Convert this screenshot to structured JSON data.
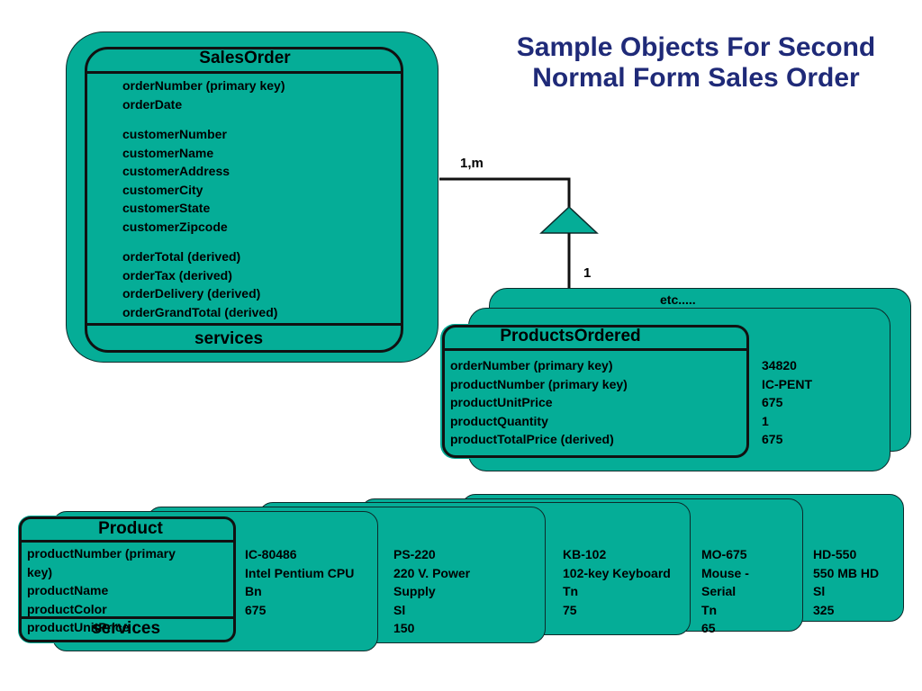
{
  "title": {
    "line1": "Sample Objects For Second",
    "line2": "Normal Form Sales Order"
  },
  "sales_order": {
    "name": "SalesOrder",
    "attributes_group1": [
      "orderNumber (primary key)",
      "orderDate"
    ],
    "attributes_group2": [
      "customerNumber",
      "customerName",
      "customerAddress",
      "customerCity",
      "customerState",
      "customerZipcode"
    ],
    "attributes_group3": [
      "orderTotal (derived)",
      "orderTax (derived)",
      "orderDelivery (derived)",
      "orderGrandTotal (derived)"
    ],
    "services_label": "services"
  },
  "relationship": {
    "many_label": "1,m",
    "one_label": "1"
  },
  "products_ordered": {
    "name": "ProductsOrdered",
    "etc_label": "etc.....",
    "attributes": [
      "orderNumber (primary key)",
      "productNumber (primary key)",
      "productUnitPrice",
      "productQuantity",
      "productTotalPrice (derived)"
    ],
    "sample_values": [
      "34820",
      "IC-PENT",
      "675",
      "1",
      "675"
    ]
  },
  "product": {
    "name": "Product",
    "attributes": [
      "productNumber (primary",
      "key)",
      "productName",
      "productColor",
      "productUnitPrice"
    ],
    "services_label": "services",
    "instances": [
      [
        "IC-80486",
        "Intel Pentium CPU",
        "Bn",
        "675"
      ],
      [
        "PS-220",
        "220 V. Power",
        "Supply",
        "Sl",
        "150"
      ],
      [
        "KB-102",
        "102-key Keyboard",
        "Tn",
        "75"
      ],
      [
        "MO-675",
        "Mouse -",
        "Serial",
        "Tn",
        "65"
      ],
      [
        "HD-550",
        "550 MB HD",
        "Sl",
        "325"
      ]
    ]
  }
}
